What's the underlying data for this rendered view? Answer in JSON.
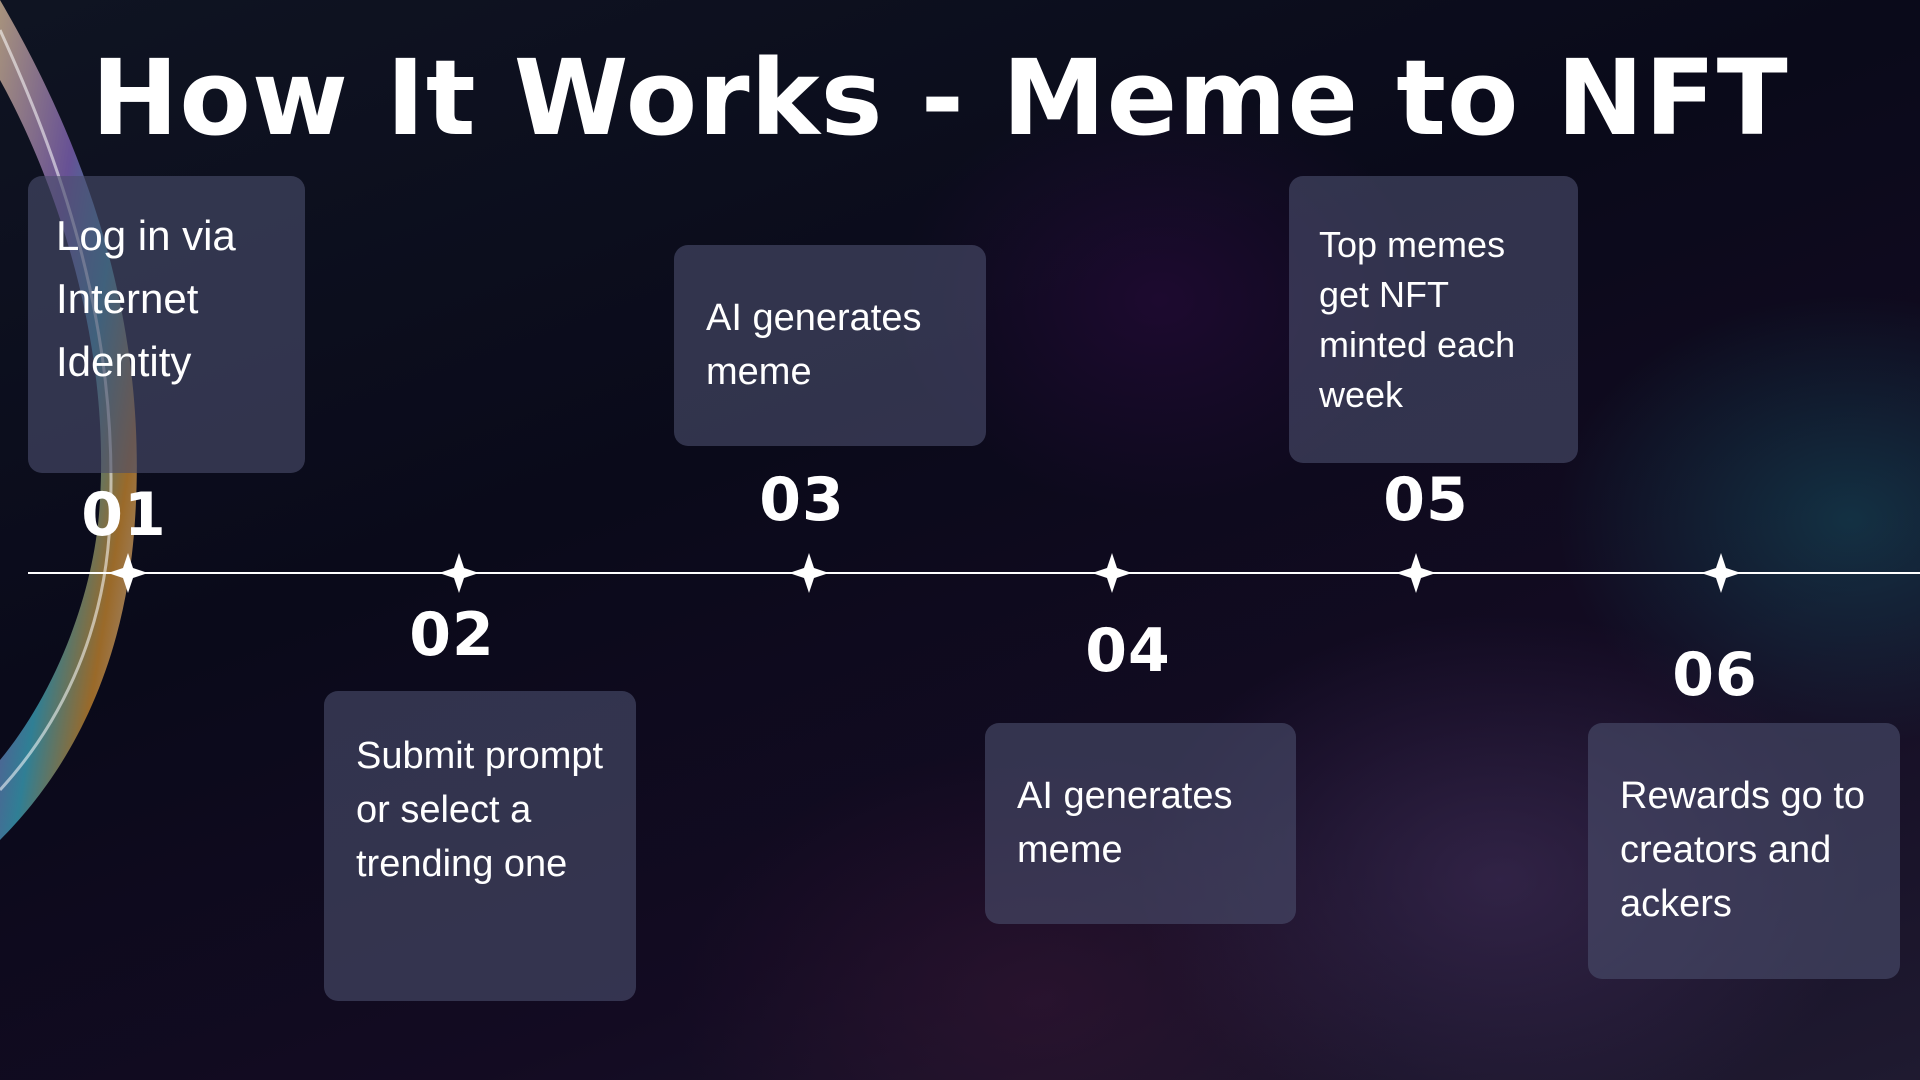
{
  "title": "How It Works - Meme to NFT",
  "steps": [
    {
      "number": "01",
      "text": "Log in via Internet Identity"
    },
    {
      "number": "02",
      "text": "Submit prompt or select a trending one"
    },
    {
      "number": "03",
      "text": "AI generates meme"
    },
    {
      "number": "04",
      "text": "AI generates meme"
    },
    {
      "number": "05",
      "text": "Top memes get NFT minted each week"
    },
    {
      "number": "06",
      "text": "Rewards go to creators and ackers"
    }
  ],
  "colors": {
    "line": "#ffffff",
    "card": "#4a4e6c",
    "text": "#ffffff"
  }
}
